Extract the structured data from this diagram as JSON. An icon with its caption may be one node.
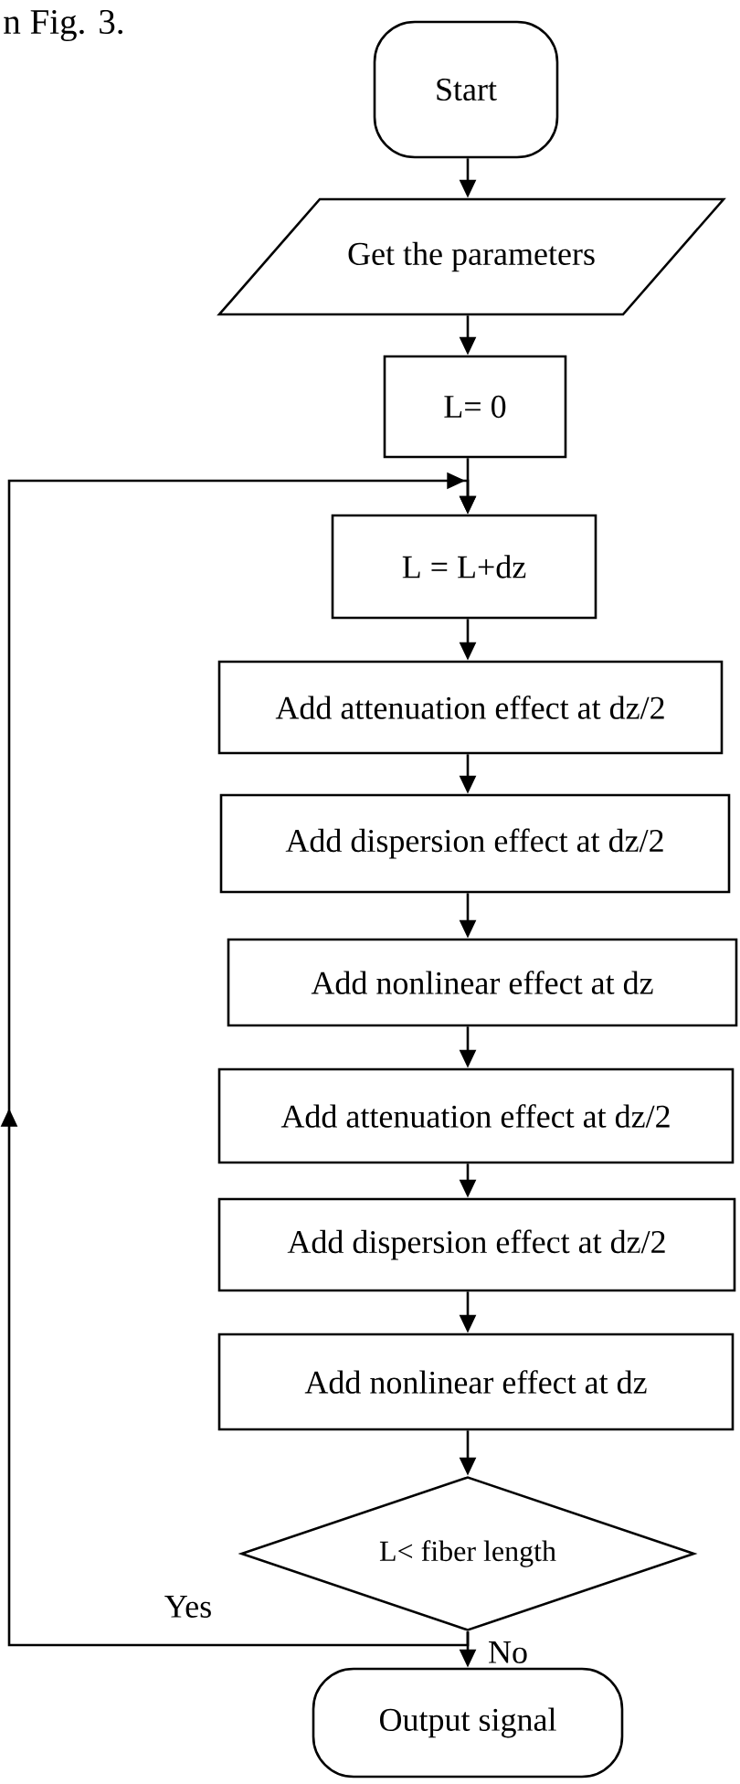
{
  "diagram": {
    "nodes": [
      {
        "text": [
          "Start"
        ]
      },
      {
        "text": [
          "Get the parameters"
        ]
      },
      {
        "text": [
          "L= 0"
        ]
      },
      {
        "text": [
          "L = L+dz"
        ]
      },
      {
        "text": [
          "Add attenuation effect at dz/2"
        ]
      },
      {
        "text": [
          "Add dispersion effect at dz/2"
        ]
      },
      {
        "text": [
          "Add nonlinear effect at dz"
        ]
      },
      {
        "text": [
          "Add attenuation effect at dz/2"
        ]
      },
      {
        "text": [
          "Add dispersion effect at dz/2"
        ]
      },
      {
        "text": [
          "Add nonlinear effect at dz"
        ]
      },
      {
        "text": [
          "L< fiber length"
        ]
      },
      {
        "text": [
          "Output signal"
        ]
      }
    ],
    "edges": [
      {
        "from": 0,
        "to": 1,
        "arrow": "to"
      },
      {
        "from": 1,
        "to": 2,
        "arrow": "to"
      },
      {
        "from": 2,
        "to": 3,
        "arrow": "to"
      },
      {
        "from": 3,
        "to": 4,
        "arrow": "to"
      },
      {
        "from": 4,
        "to": 5,
        "arrow": "to"
      },
      {
        "from": 5,
        "to": 6,
        "arrow": "to"
      },
      {
        "from": 6,
        "to": 7,
        "arrow": "to"
      },
      {
        "from": 7,
        "to": 8,
        "arrow": "to"
      },
      {
        "from": 8,
        "to": 9,
        "arrow": "to"
      },
      {
        "from": 9,
        "to": 10,
        "arrow": "to"
      },
      {
        "from": 10,
        "to": 11,
        "arrow": "to",
        "label": "No"
      },
      {
        "from": 10,
        "to": 3,
        "arrow": "to",
        "label": "Yes"
      }
    ],
    "labels": [
      "n Fig. 3."
    ]
  }
}
